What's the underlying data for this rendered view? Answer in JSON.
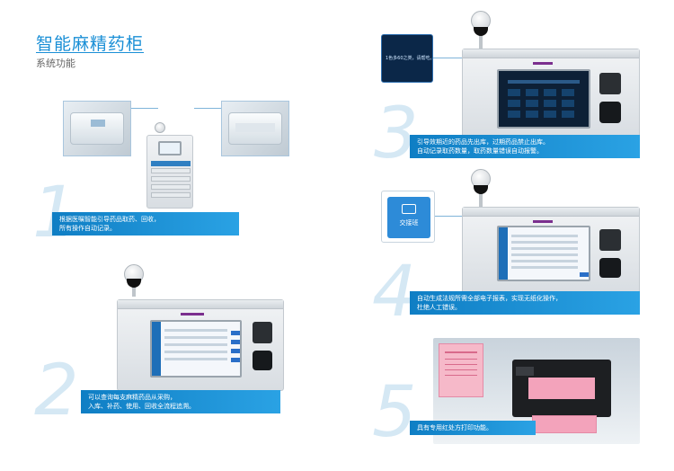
{
  "header": {
    "title": "智能麻精药柜",
    "subtitle": "系统功能"
  },
  "features": [
    {
      "number": "1",
      "lines": [
        "根据医嘱智能引导药品取药、回收，",
        "所有操作自动记录。"
      ]
    },
    {
      "number": "2",
      "lines": [
        "可以查询每支麻精药品从采购，",
        "入库、补药、使用、回收全流程追溯。"
      ]
    },
    {
      "number": "3",
      "lines": [
        "引导效期近的药品先出库，过期药品禁止出库。",
        "自动记录取药数量，取药数量错误自动报警。"
      ]
    },
    {
      "number": "4",
      "lines": [
        "自动生成法规所需全部电子报表，实现无纸化操作，",
        "杜绝人工错误。"
      ]
    },
    {
      "number": "5",
      "lines": [
        "具有专用红处方打印功能。"
      ]
    }
  ],
  "callouts": {
    "alert_text": "1色多60之类，请帮吃。",
    "handover_label": "交接班"
  },
  "colors": {
    "accent": "#1a8fd6",
    "bar": "#0f7ec4",
    "purple_strip": "#7b2f8e",
    "pink_paper": "#f3a3bb"
  }
}
